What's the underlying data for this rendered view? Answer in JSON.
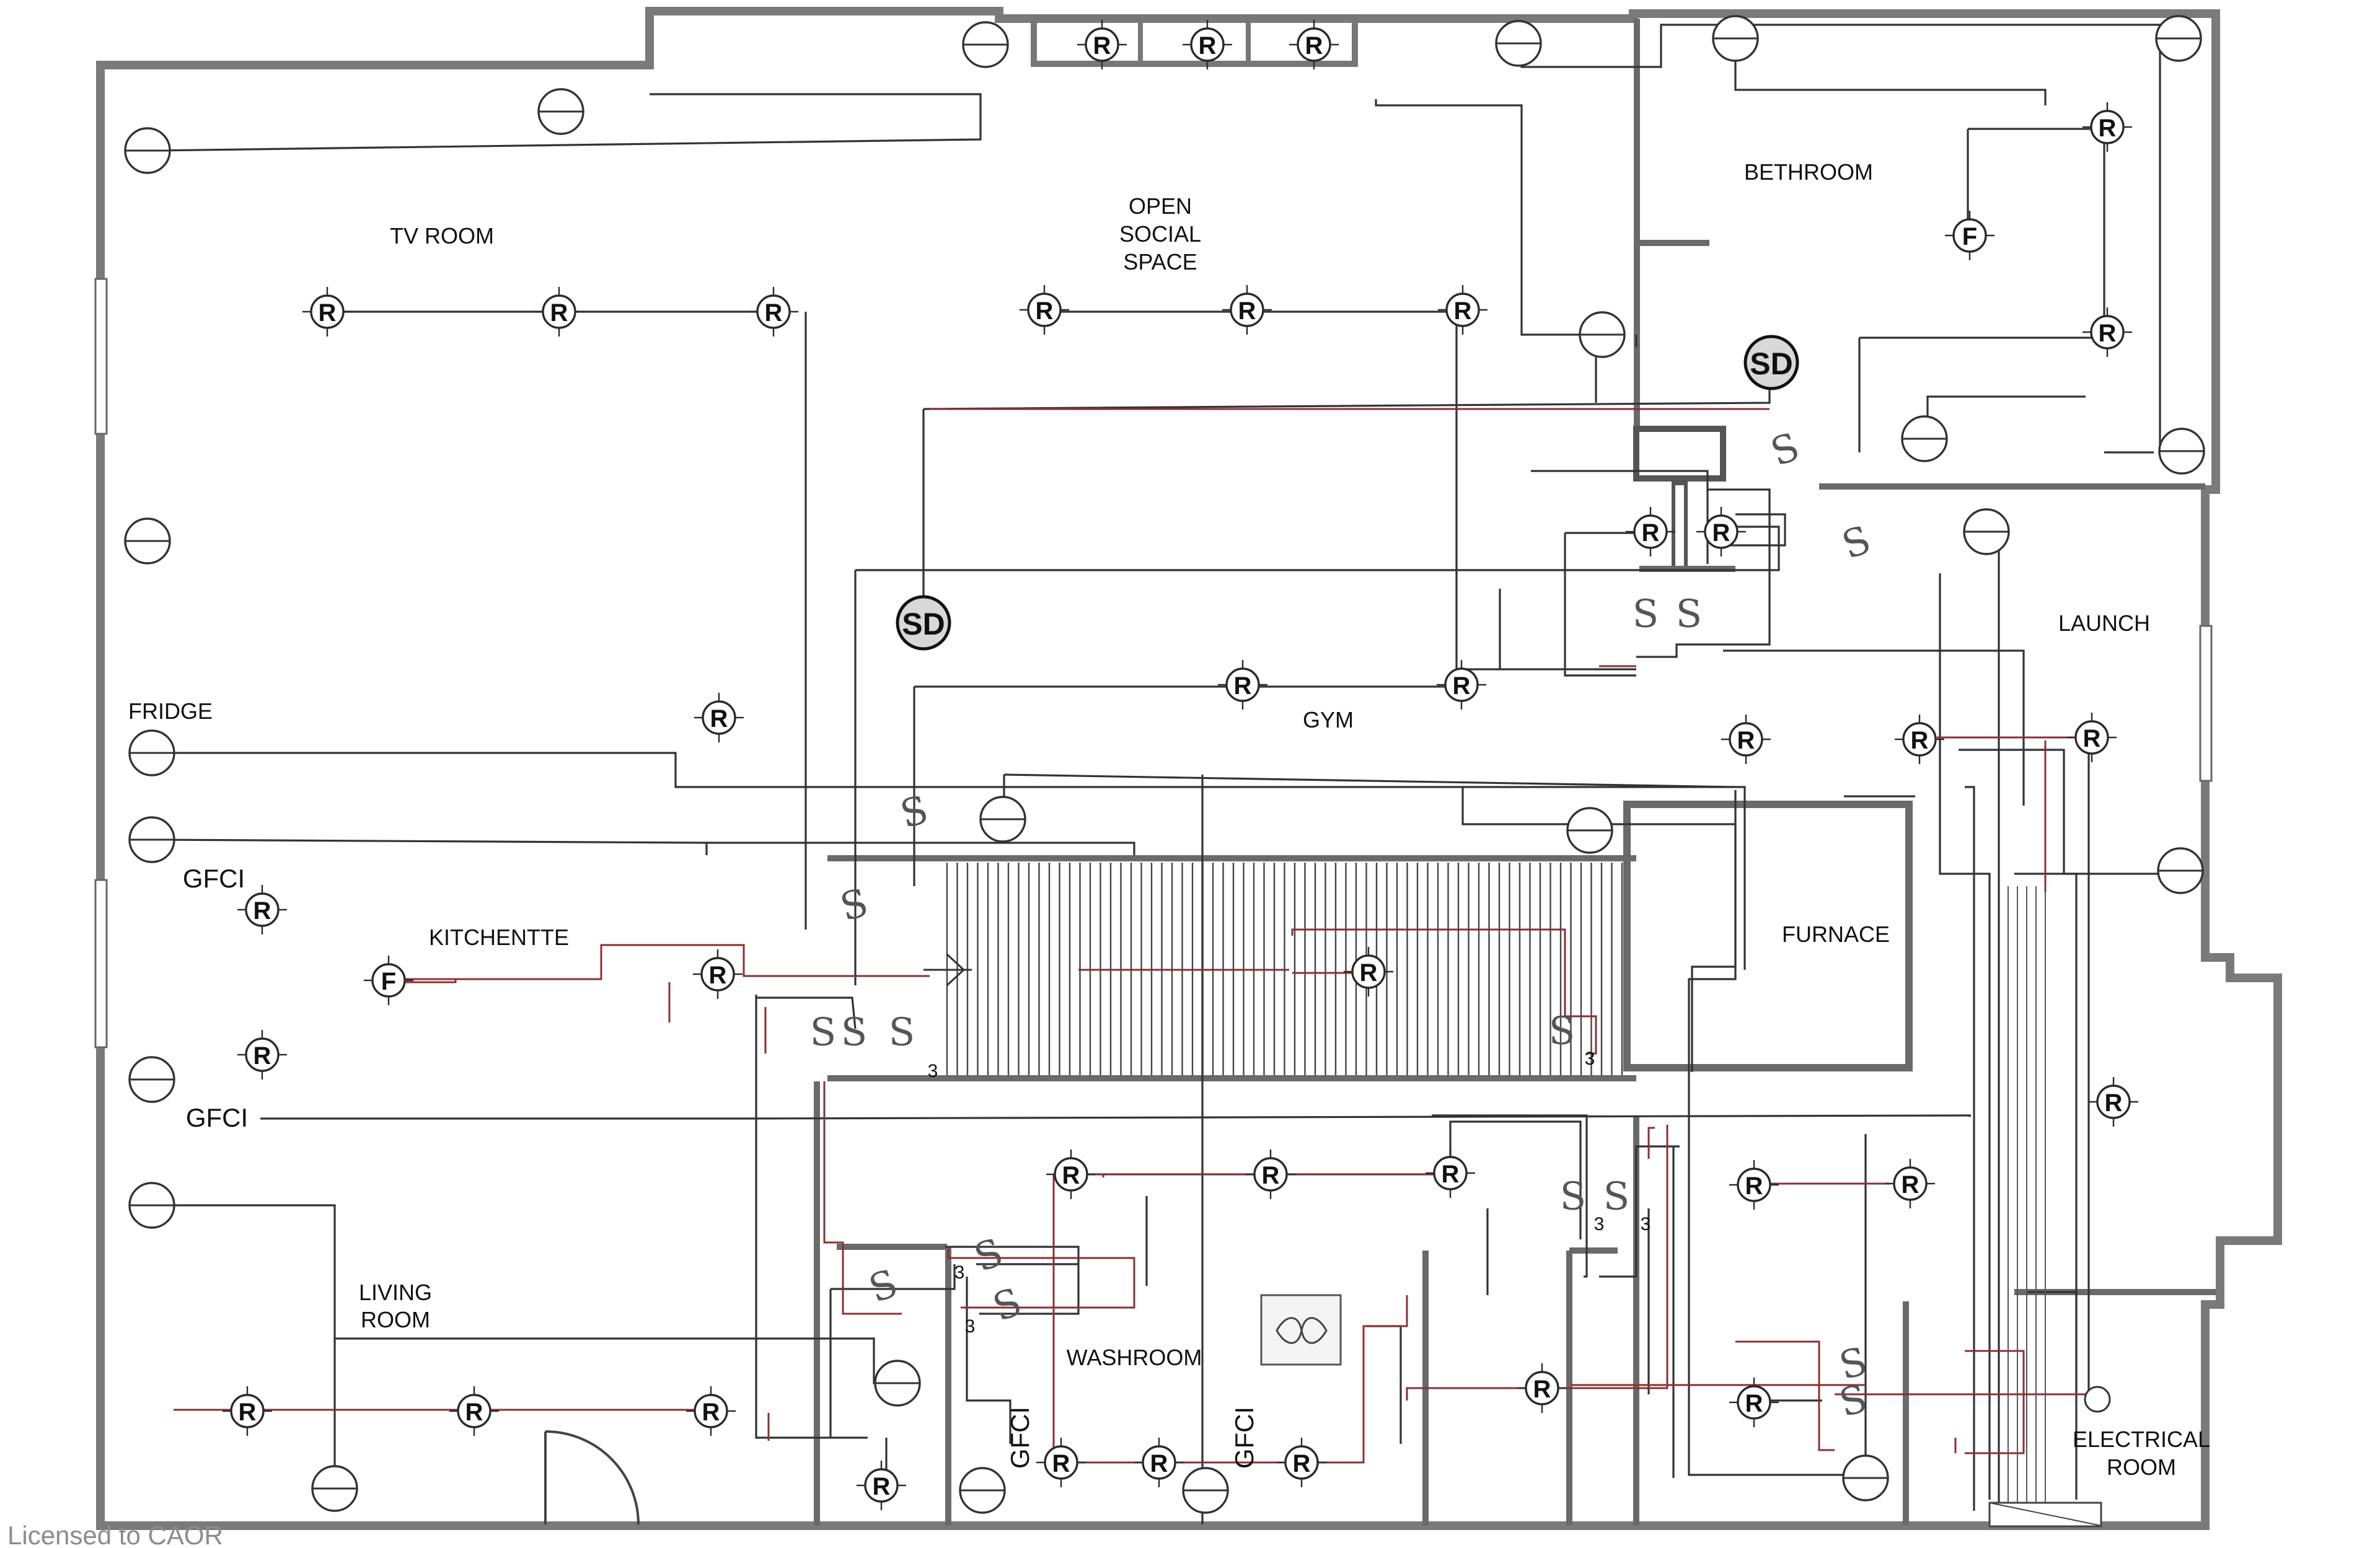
{
  "rooms": {
    "tv_room": "TV ROOM",
    "open_social_space": [
      "OPEN",
      "SOCIAL",
      "SPACE"
    ],
    "bethroom": "BETHROOM",
    "launch": "LAUNCH",
    "fridge": "FRIDGE",
    "gym": "GYM",
    "kitchentte": "KITCHENTTE",
    "furnace": "FURNACE",
    "living_room": [
      "LIVING",
      "ROOM"
    ],
    "washroom": "WASHROOM",
    "electrical_room": [
      "ELECTRICAL",
      "ROOM"
    ]
  },
  "symbols": {
    "recessed": "R",
    "fan": "F",
    "smoke_detector": "SD",
    "switch": "S",
    "three_way": "3",
    "gfci": "GFCI"
  },
  "watermark": "Licensed to CAOR"
}
